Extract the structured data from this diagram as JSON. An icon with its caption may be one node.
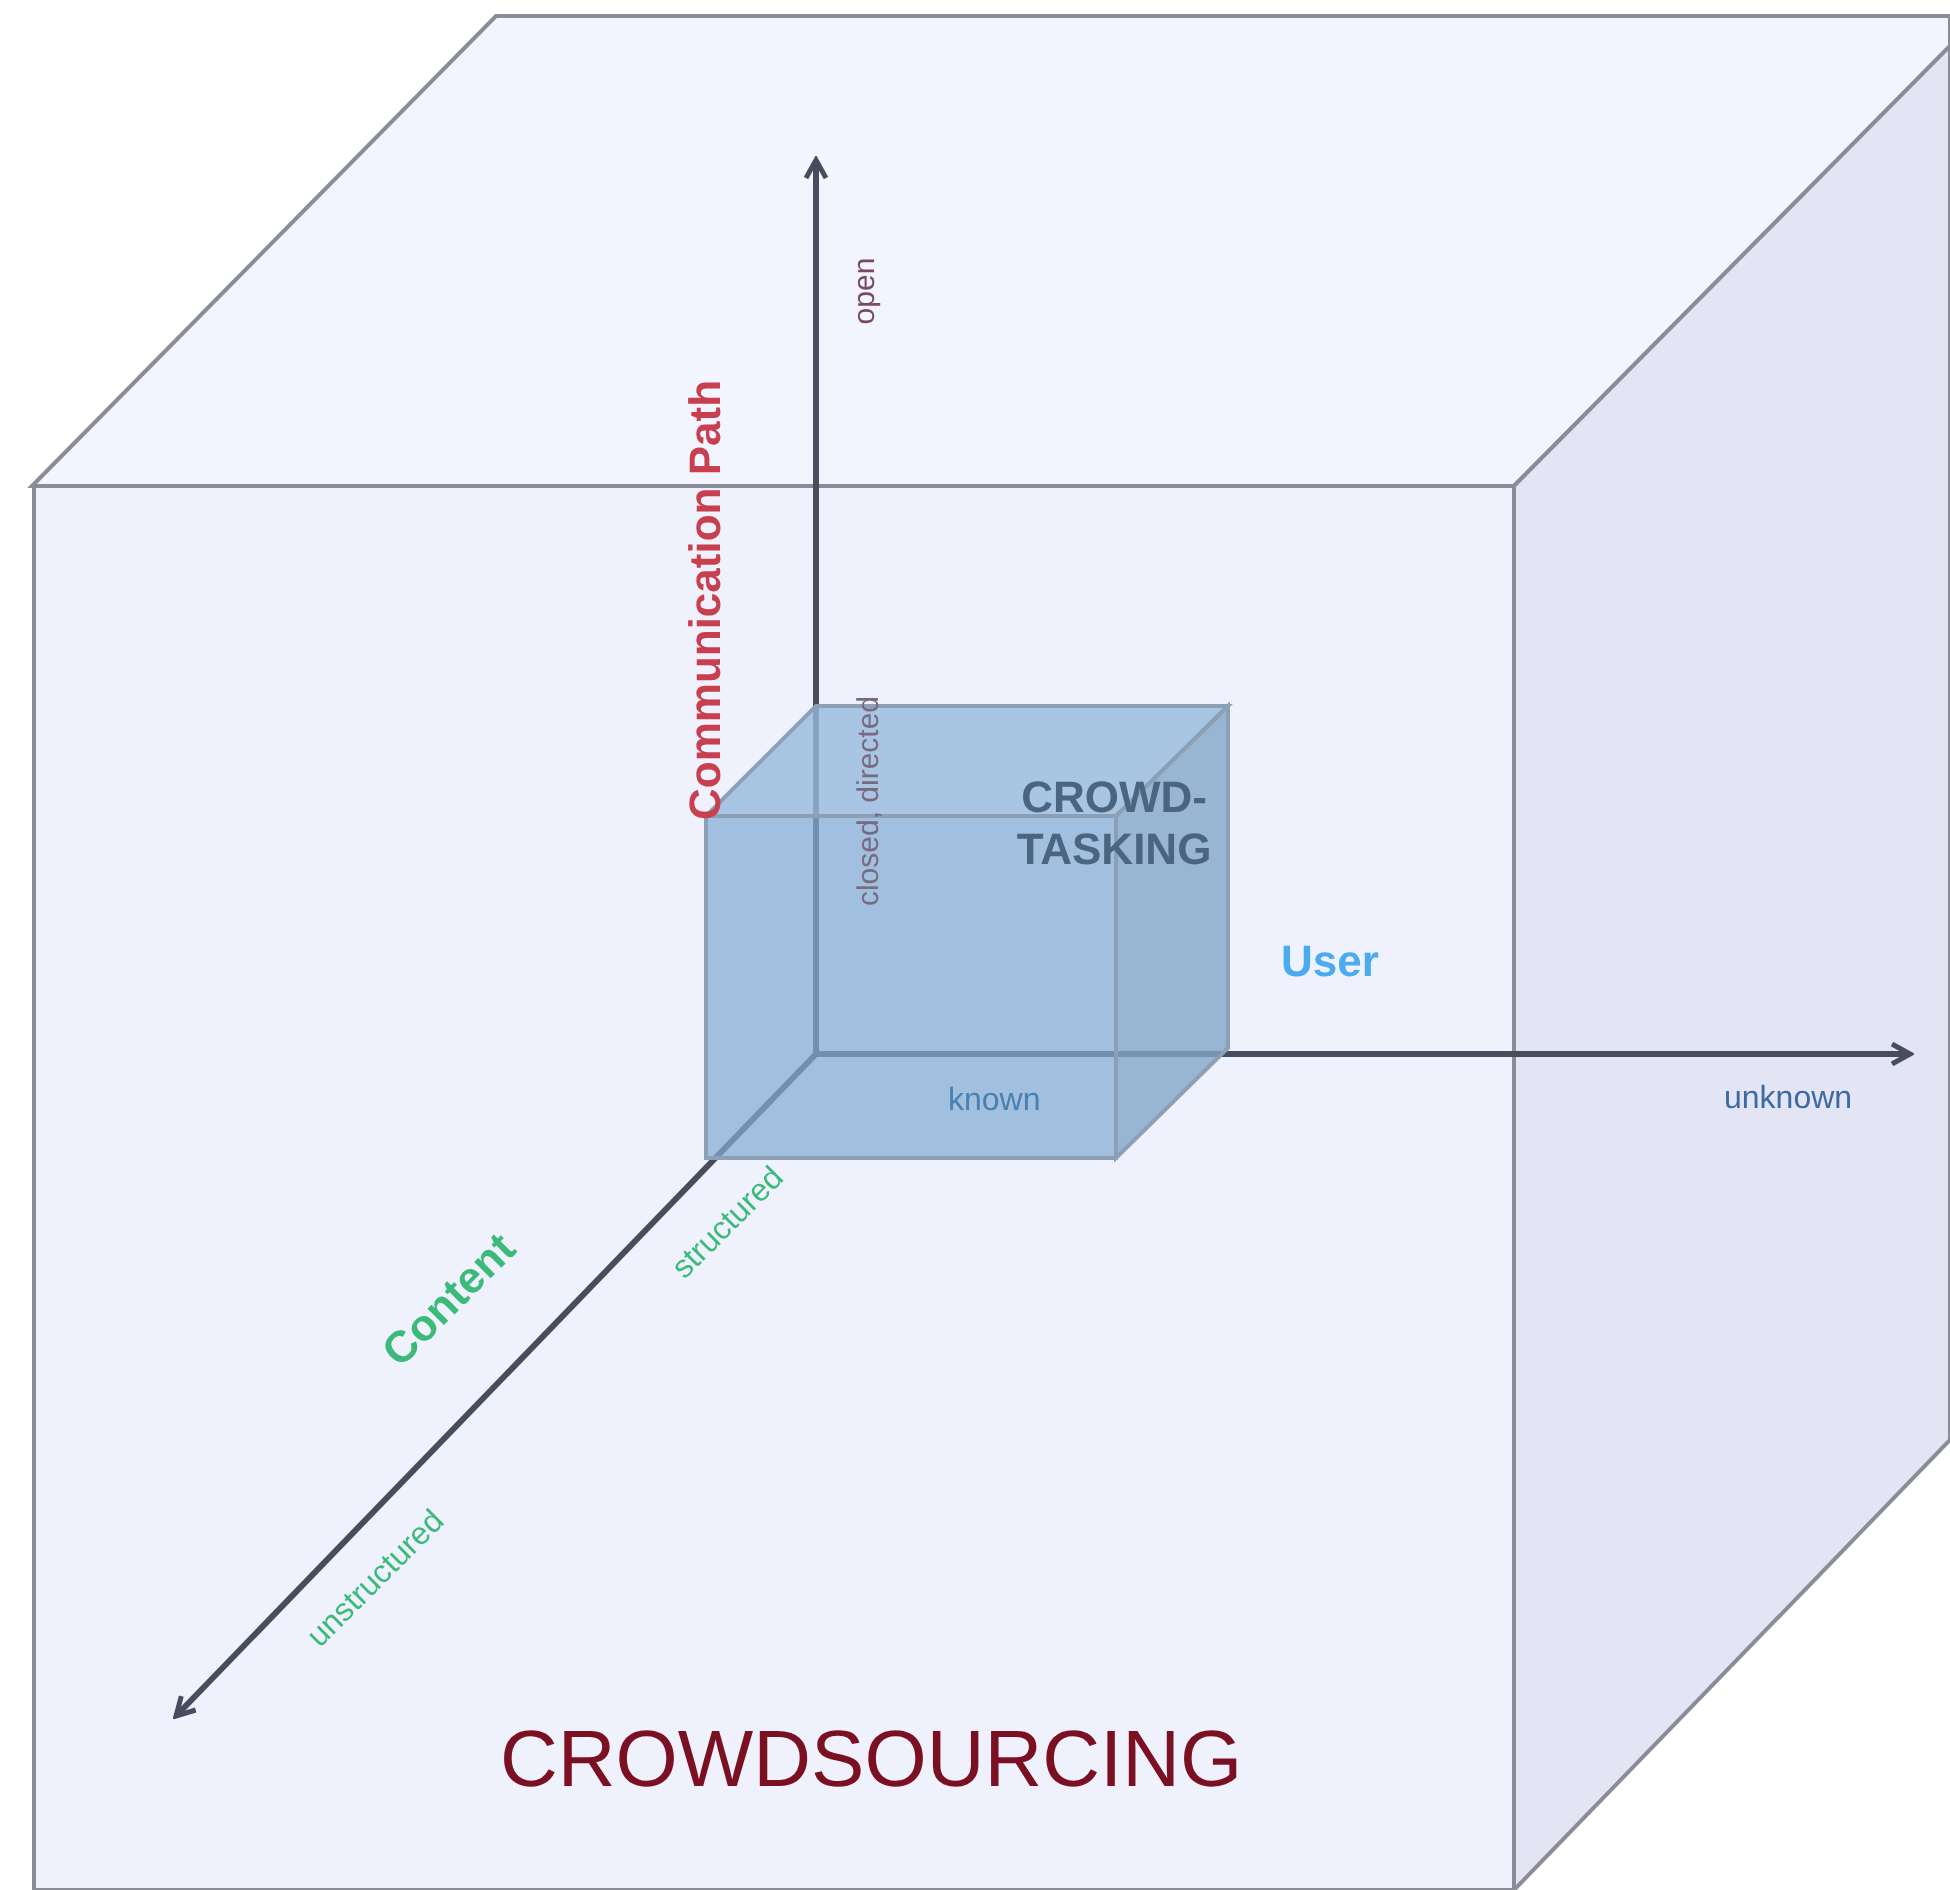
{
  "diagram": {
    "nodes": [
      {
        "text": [
          "CROWDSOURCING"
        ]
      },
      {
        "text": [
          "CROWD-TASKING"
        ],
        "in": 0
      }
    ],
    "labels": [
      "open",
      "Communication Path",
      "closed, directed",
      "User",
      "unknown",
      "known",
      "Content",
      "structured",
      "unstructured"
    ]
  }
}
